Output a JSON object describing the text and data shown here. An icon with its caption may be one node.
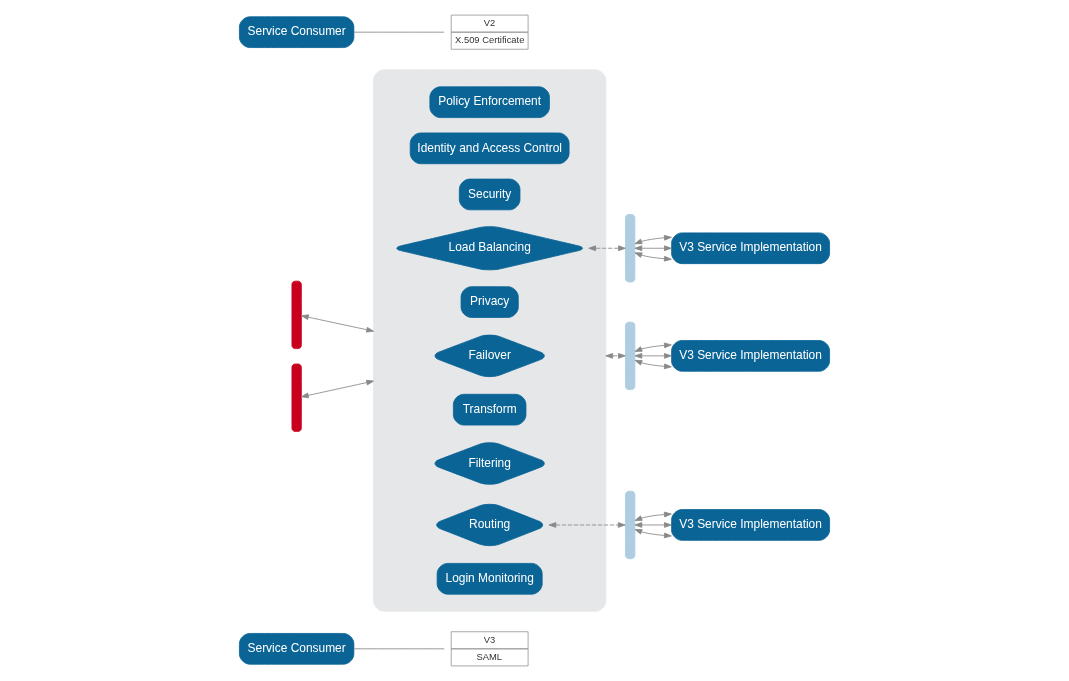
{
  "diagram": {
    "nodes": [
      {
        "text": [
          "Service Consumer"
        ]
      },
      {
        "text": [
          "V3",
          "SAML"
        ]
      },
      {
        "text": [],
        "shape": "arc"
      },
      {
        "text": [
          "Service Consumer"
        ]
      },
      {
        "text": [
          "V2",
          "X.509 Certificate"
        ]
      },
      {
        "text": [],
        "shape": "arc"
      },
      {
        "text": [],
        "shape": "ellipse"
      },
      {
        "text": [
          "Policy Enforcement"
        ],
        "in": 6
      },
      {
        "text": [
          "Identity and Access Control"
        ],
        "in": 6
      },
      {
        "text": [
          "Security"
        ],
        "in": 6
      },
      {
        "text": [
          "Load Balancing"
        ],
        "in": 6
      },
      {
        "text": [
          "Privacy"
        ],
        "in": 6
      },
      {
        "text": [
          "Failover"
        ],
        "in": 6
      },
      {
        "text": [
          "Transform"
        ],
        "in": 6
      },
      {
        "text": [
          "Filtering"
        ],
        "in": 6
      },
      {
        "text": [
          "Routing"
        ],
        "in": 6
      },
      {
        "text": [
          "Login Monitoring"
        ],
        "in": 6
      },
      {
        "text": [],
        "shape": "arc"
      },
      {
        "text": [
          "V3 Service Implementation"
        ]
      },
      {
        "text": [],
        "shape": "arc"
      },
      {
        "text": [
          "V3 Service Implementation"
        ]
      },
      {
        "text": [],
        "shape": "arc"
      },
      {
        "text": [
          "V3 Service Implementation"
        ]
      }
    ],
    "edges": [
      {
        "from": 0,
        "to": 1,
        "arrow": "none"
      },
      {
        "from": 3,
        "to": 4,
        "arrow": "none"
      },
      {
        "from": 2,
        "to": 6,
        "arrow": "both"
      },
      {
        "from": 5,
        "to": 6,
        "arrow": "both"
      },
      {
        "from": 10,
        "to": 17,
        "arrow": "both",
        "style": "dashed"
      },
      {
        "from": 6,
        "to": 19,
        "arrow": "both",
        "style": "dashed"
      },
      {
        "from": 15,
        "to": 21,
        "arrow": "both",
        "style": "dashed"
      },
      {
        "from": 17,
        "to": 18,
        "arrow": "both"
      },
      {
        "from": 17,
        "to": 18,
        "arrow": "both"
      },
      {
        "from": 17,
        "to": 18,
        "arrow": "both"
      },
      {
        "from": 19,
        "to": 20,
        "arrow": "both"
      },
      {
        "from": 19,
        "to": 20,
        "arrow": "both"
      },
      {
        "from": 19,
        "to": 20,
        "arrow": "both"
      },
      {
        "from": 21,
        "to": 22,
        "arrow": "both"
      },
      {
        "from": 21,
        "to": 22,
        "arrow": "both"
      },
      {
        "from": 21,
        "to": 22,
        "arrow": "both"
      }
    ]
  }
}
